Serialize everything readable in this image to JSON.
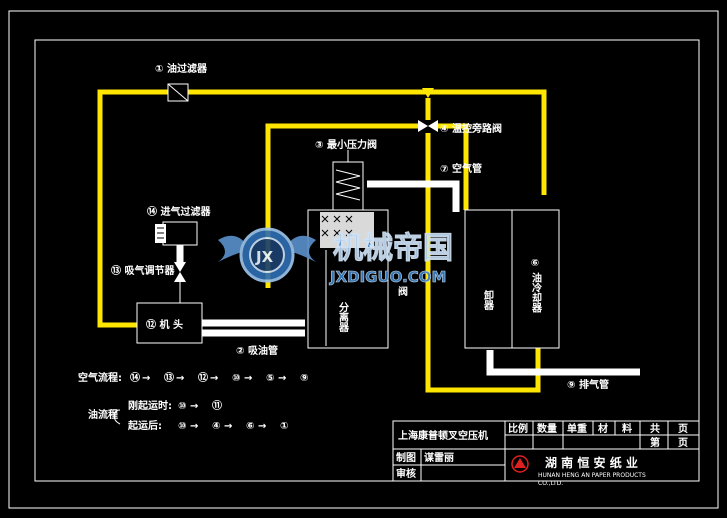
{
  "components": {
    "c1": "① 油过滤器",
    "c2": "② 吸油管",
    "c3": "③ 最小压力阀",
    "c4": "④ 温控旁路阀",
    "c7": "⑦ 空气管",
    "c9": "⑨ 排气管",
    "c12": "⑫ 机  头",
    "c13": "⑬ 吸气调节器",
    "c14": "⑭ 进气过滤器",
    "c5_frag": "卸器",
    "c6": "⑥ 油冷却器",
    "sep_frag": "分离器",
    "frag_right": "阀"
  },
  "flow": {
    "air_label": "空气流程:",
    "air_steps": [
      "⑭",
      "⑬",
      "⑫",
      "⑩",
      "⑤",
      "⑨"
    ],
    "oil_label": "油流程",
    "oil_start_label": "刚起运时:",
    "oil_start_steps": [
      "⑩",
      "⑪"
    ],
    "oil_run_label": "起运后:",
    "oil_run_steps": [
      "⑩",
      "④",
      "⑥",
      "①"
    ],
    "arrow": "→"
  },
  "title_block": {
    "drawing_title": "上海康普顿叉空压机",
    "headers": [
      "比例",
      "数量",
      "单重",
      "材",
      "料",
      "共",
      "页"
    ],
    "page": "第",
    "page_unit": "页",
    "drawn_label": "制图",
    "drawn_name": "谋雷丽",
    "check_label": "审核",
    "company_cn": "湖 南 恒 安 纸 业",
    "company_en": "HUNAN HENG AN PAPER PRODUCTS",
    "company_en2": "CO.,LTD."
  },
  "watermark": {
    "cn": "机械帝国",
    "en": "JXDIGUO.COM",
    "logo": "JX"
  },
  "colors": {
    "oil_line": "#ffe600",
    "air_line": "#ffffff",
    "watermark": "#3a7fc4",
    "logo_red": "#e02020"
  }
}
